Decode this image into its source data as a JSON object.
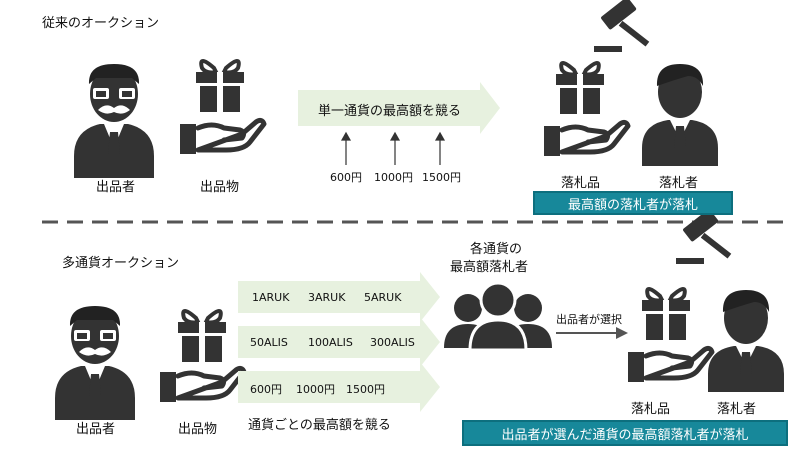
{
  "colors": {
    "icon": "#333333",
    "arrow_fill": "#e7f1df",
    "arrow_light": "#cfe3c2",
    "banner_bg": "#17889a",
    "divider": "#555555"
  },
  "top": {
    "title": "従来のオークション",
    "seller_label": "出品者",
    "item_label": "出品物",
    "arrow_text": "単一通貨の最高額を競る",
    "bids": [
      "600円",
      "1000円",
      "1500円"
    ],
    "won_item_label": "落札品",
    "winner_label": "落札者",
    "banner": "最高額の落札者が落札"
  },
  "bottom": {
    "title": "多通貨オークション",
    "seller_label": "出品者",
    "item_label": "出品物",
    "arrows": [
      [
        "1ARUK",
        "3ARUK",
        "5ARUK"
      ],
      [
        "50ALIS",
        "100ALIS",
        "300ALIS"
      ],
      [
        "600円",
        "1000円",
        "1500円"
      ]
    ],
    "compete_text": "通貨ごとの最高額を競る",
    "group_label_line1": "各通貨の",
    "group_label_line2": "最高額落札者",
    "select_text": "出品者が選択",
    "won_item_label": "落札品",
    "winner_label": "落札者",
    "banner": "出品者が選んだ通貨の最高額落札者が落札"
  },
  "icons": {
    "seller": "mustached-person-icon",
    "gift": "gift-box-icon",
    "hand": "open-hand-icon",
    "gavel": "gavel-icon",
    "person": "person-icon",
    "group": "people-group-icon"
  }
}
